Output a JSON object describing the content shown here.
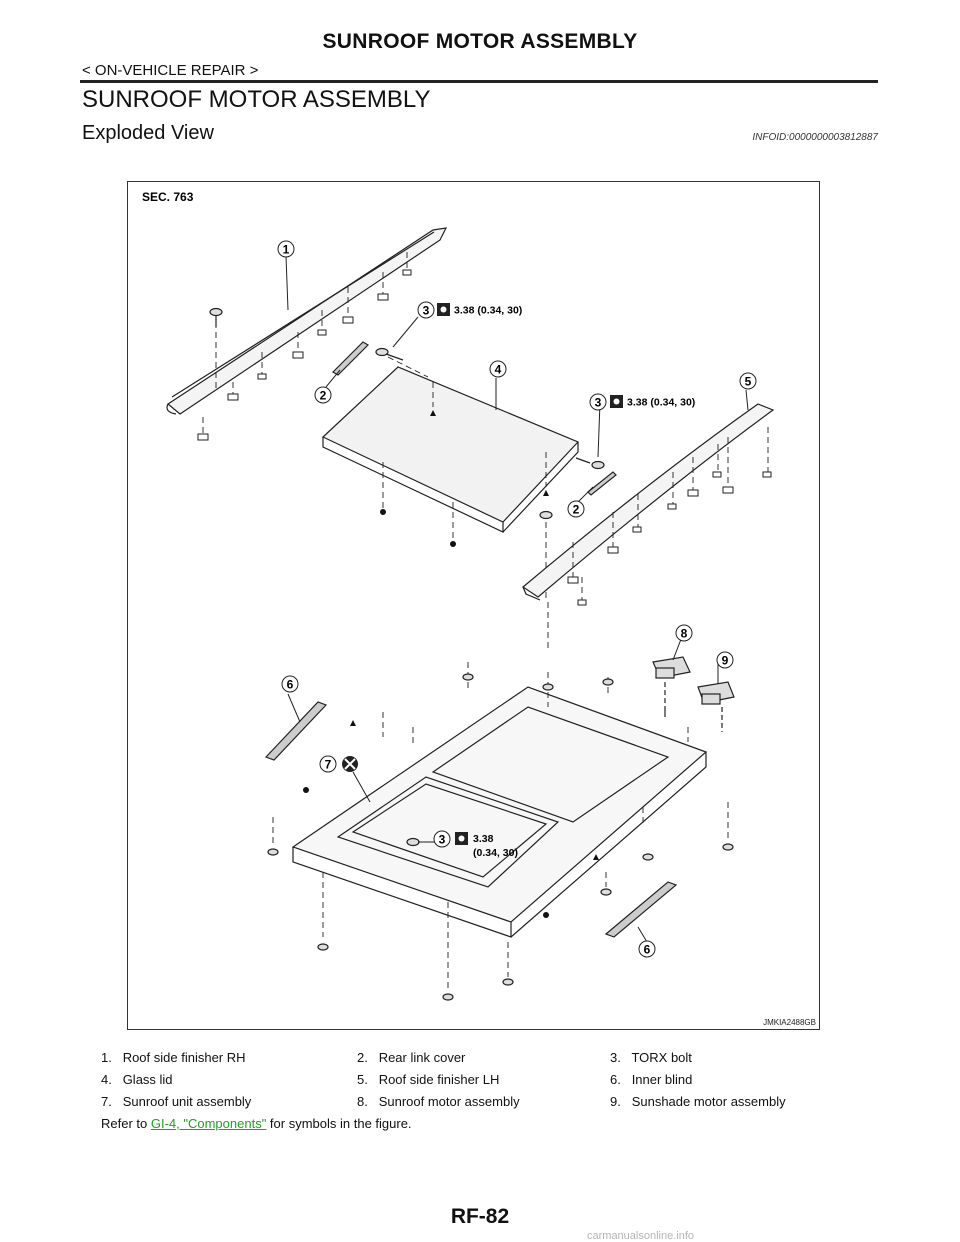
{
  "header": {
    "title": "SUNROOF MOTOR ASSEMBLY",
    "subtitle": "< ON-VEHICLE REPAIR >"
  },
  "section": {
    "title": "SUNROOF MOTOR ASSEMBLY",
    "subtitle": "Exploded View",
    "info_id": "INFOID:0000000003812887"
  },
  "figure": {
    "sec_label": "SEC. 763",
    "figure_id": "JMKIA2488GB",
    "callouts": [
      "1",
      "2",
      "3",
      "4",
      "5",
      "6",
      "7",
      "8",
      "9"
    ],
    "torque_a": "3.38 (0.34, 30)",
    "torque_b": "3.38 (0.34, 30)",
    "torque_c_line1": "3.38",
    "torque_c_line2": "(0.34, 30)",
    "icons": [
      "torque-wrench-icon",
      "do-not-reuse-icon"
    ]
  },
  "legend": {
    "items": [
      {
        "num": "1.",
        "label": "Roof side finisher RH"
      },
      {
        "num": "2.",
        "label": "Rear link cover"
      },
      {
        "num": "3.",
        "label": "TORX bolt"
      },
      {
        "num": "4.",
        "label": "Glass lid"
      },
      {
        "num": "5.",
        "label": "Roof side finisher LH"
      },
      {
        "num": "6.",
        "label": "Inner blind"
      },
      {
        "num": "7.",
        "label": "Sunroof unit assembly"
      },
      {
        "num": "8.",
        "label": "Sunroof motor assembly"
      },
      {
        "num": "9.",
        "label": "Sunshade motor assembly"
      }
    ]
  },
  "note": {
    "prefix": "Refer to ",
    "link": "GI-4, \"Components\"",
    "suffix": " for symbols in the figure."
  },
  "footer": {
    "page": "RF-82",
    "watermark": "carmanualsonline.info"
  }
}
